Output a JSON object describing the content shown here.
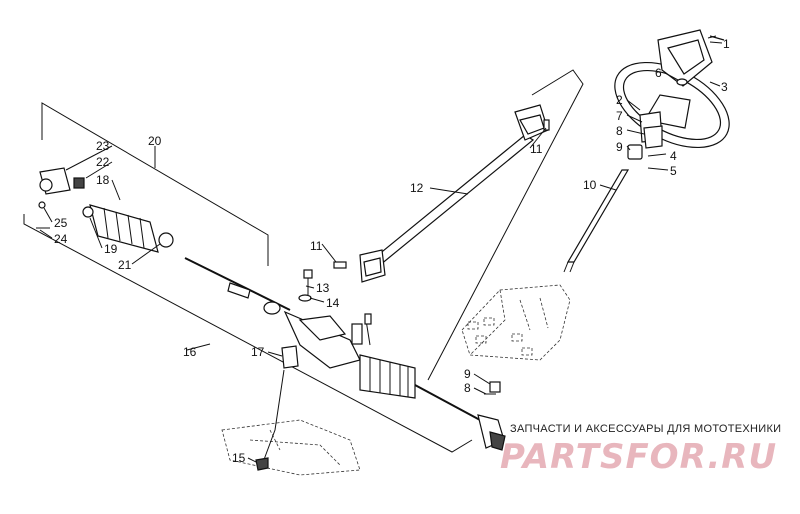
{
  "callouts": [
    {
      "id": "c1",
      "text": "1"
    },
    {
      "id": "c2",
      "text": "2"
    },
    {
      "id": "c3",
      "text": "3"
    },
    {
      "id": "c4",
      "text": "4"
    },
    {
      "id": "c5",
      "text": "5"
    },
    {
      "id": "c6",
      "text": "6"
    },
    {
      "id": "c7",
      "text": "7"
    },
    {
      "id": "c8a",
      "text": "8"
    },
    {
      "id": "c8b",
      "text": "8"
    },
    {
      "id": "c9a",
      "text": "9"
    },
    {
      "id": "c9b",
      "text": "9"
    },
    {
      "id": "c10",
      "text": "10"
    },
    {
      "id": "c11a",
      "text": "11"
    },
    {
      "id": "c11b",
      "text": "11"
    },
    {
      "id": "c12",
      "text": "12"
    },
    {
      "id": "c13",
      "text": "13"
    },
    {
      "id": "c14",
      "text": "14"
    },
    {
      "id": "c15",
      "text": "15"
    },
    {
      "id": "c16",
      "text": "16"
    },
    {
      "id": "c17",
      "text": "17"
    },
    {
      "id": "c18",
      "text": "18"
    },
    {
      "id": "c19",
      "text": "19"
    },
    {
      "id": "c20",
      "text": "20"
    },
    {
      "id": "c21",
      "text": "21"
    },
    {
      "id": "c22",
      "text": "22"
    },
    {
      "id": "c23",
      "text": "23"
    },
    {
      "id": "c24",
      "text": "24"
    },
    {
      "id": "c25",
      "text": "25"
    }
  ],
  "watermark": {
    "tagline": "ЗАПЧАСТИ И АКСЕССУАРЫ ДЛЯ МОТОТЕХНИКИ",
    "brand": "PARTSFOR.RU",
    "brand_color": "#e8b6bd"
  }
}
